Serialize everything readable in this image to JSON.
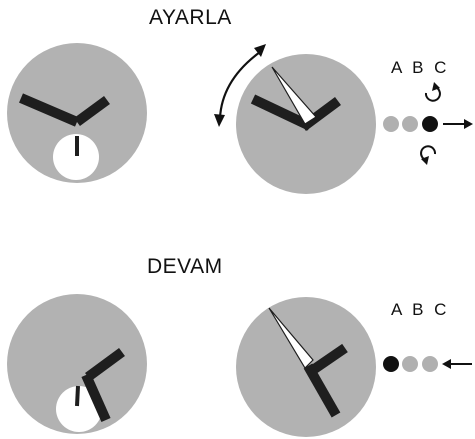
{
  "sections": {
    "set": {
      "title": "AYARLA",
      "crown_positions": "A B C"
    },
    "continue": {
      "title": "DEVAM",
      "crown_positions": "A B C"
    }
  },
  "colors": {
    "dial": "#b2b2b2",
    "hand": "#1e1e1e",
    "subdial": "#ffffff",
    "crown_inactive": "#b0b0b0",
    "crown_active": "#111111"
  },
  "icons": [
    "double-arrow-icon",
    "rotate-clockwise-icon",
    "rotate-counterclockwise-icon",
    "arrow-right-icon",
    "arrow-left-icon"
  ]
}
